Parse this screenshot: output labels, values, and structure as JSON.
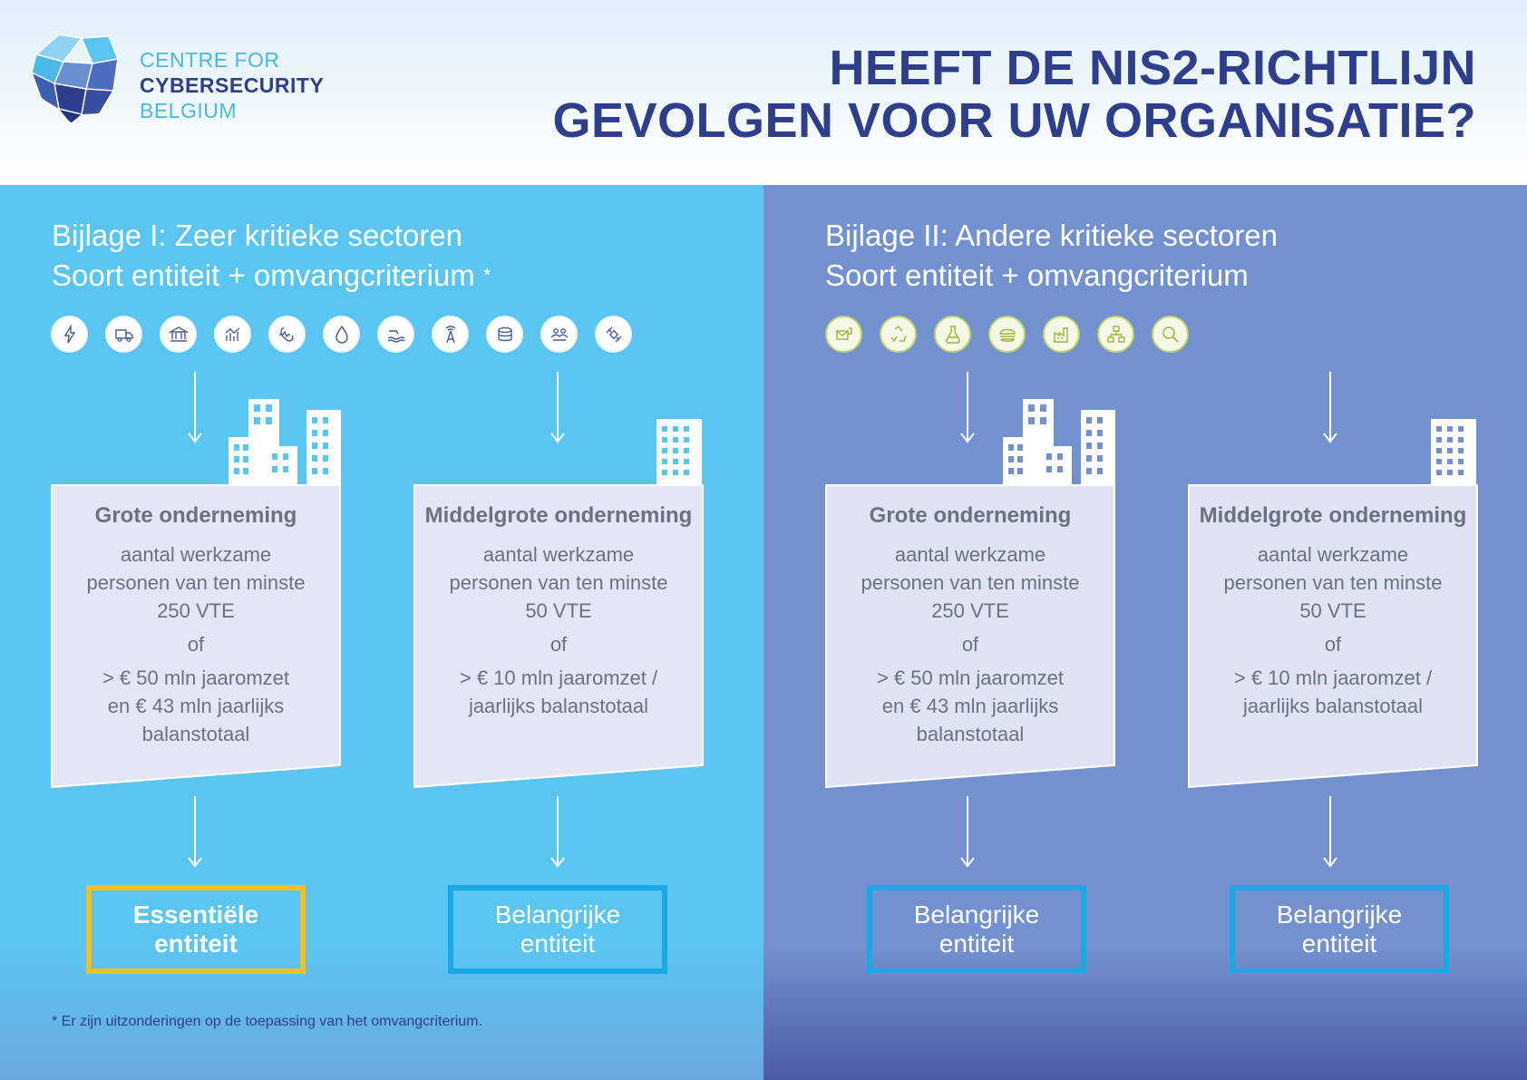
{
  "logo": {
    "line1": "CENTRE FOR",
    "line2": "CYBERSECURITY",
    "line3": "BELGIUM"
  },
  "title": {
    "line1": "HEEFT DE NIS2-RICHTLIJN",
    "line2": "GEVOLGEN VOOR UW ORGANISATIE?"
  },
  "annex1": {
    "title_line1": "Bijlage I: Zeer kritieke sectoren",
    "title_line2": "Soort entiteit + omvangcriterium",
    "asterisk": "*",
    "icons": [
      "energy-icon",
      "transport-icon",
      "banking-icon",
      "financial-market-icon",
      "health-icon",
      "drinking-water-icon",
      "waste-water-icon",
      "digital-infrastructure-icon",
      "ict-service-icon",
      "public-administration-icon",
      "space-icon"
    ],
    "large": {
      "title": "Grote onderneming",
      "crit1": "aantal werkzame",
      "crit2": "personen van ten minste",
      "crit3": "250 VTE",
      "or": "of",
      "fin1": "> € 50 mln jaaromzet",
      "fin2": "en € 43 mln jaarlijks",
      "fin3": "balanstotaal",
      "result1": "Essentiële",
      "result2": "entiteit"
    },
    "medium": {
      "title": "Middelgrote onderneming",
      "crit1": "aantal werkzame",
      "crit2": "personen van ten minste",
      "crit3": "50 VTE",
      "or": "of",
      "fin1": "> € 10 mln jaaromzet /",
      "fin2": "jaarlijks balanstotaal",
      "result1": "Belangrijke",
      "result2": "entiteit"
    },
    "footnote": "* Er zijn uitzonderingen op de toepassing van het omvangcriterium."
  },
  "annex2": {
    "title_line1": "Bijlage II: Andere kritieke sectoren",
    "title_line2": "Soort entiteit + omvangcriterium",
    "icons": [
      "postal-icon",
      "waste-management-icon",
      "chemicals-icon",
      "food-icon",
      "manufacturing-icon",
      "digital-providers-icon",
      "research-icon"
    ],
    "large": {
      "title": "Grote onderneming",
      "crit1": "aantal werkzame",
      "crit2": "personen van ten minste",
      "crit3": "250 VTE",
      "or": "of",
      "fin1": "> € 50 mln jaaromzet",
      "fin2": "en € 43 mln jaarlijks",
      "fin3": "balanstotaal",
      "result1": "Belangrijke",
      "result2": "entiteit"
    },
    "medium": {
      "title": "Middelgrote onderneming",
      "crit1": "aantal werkzame",
      "crit2": "personen van ten minste",
      "crit3": "50 VTE",
      "or": "of",
      "fin1": "> € 10 mln jaaromzet /",
      "fin2": "jaarlijks balanstotaal",
      "result1": "Belangrijke",
      "result2": "entiteit"
    }
  },
  "colors": {
    "navy": "#2e3e8c",
    "light_blue": "#5bc5f2",
    "periwinkle": "#7491cf",
    "essential_border": "#f4c01e",
    "important_border": "#1ba9e6"
  }
}
